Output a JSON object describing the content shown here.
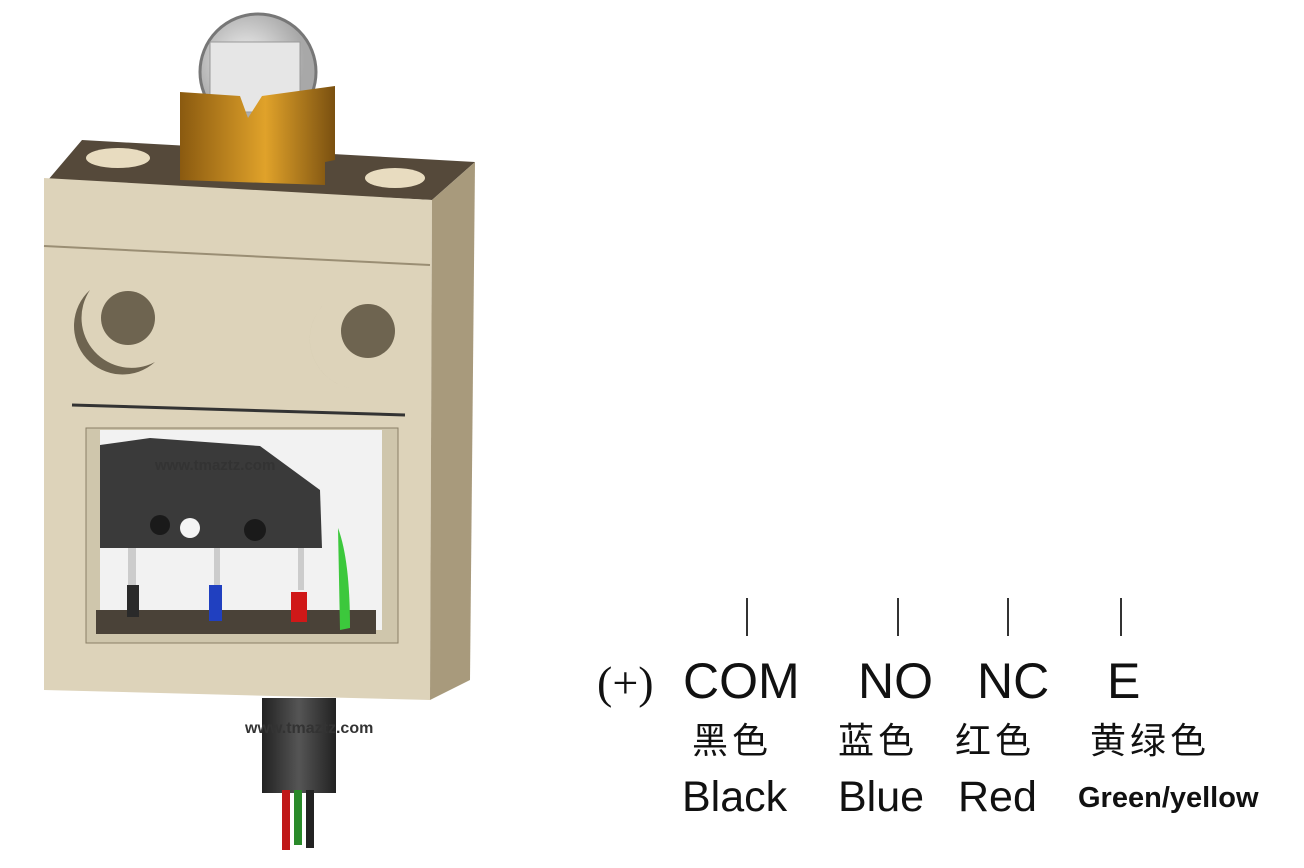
{
  "watermark": "www.tmaztz.com",
  "polarity": "(+)",
  "terminals": [
    {
      "code": "COM",
      "color_cn": "黑色",
      "color_en": "Black",
      "wire_color": "#2a2a2a"
    },
    {
      "code": "NO",
      "color_cn": "蓝色",
      "color_en": "Blue",
      "wire_color": "#2040c0"
    },
    {
      "code": "NC",
      "color_cn": "红色",
      "color_en": "Red",
      "wire_color": "#d01818"
    },
    {
      "code": "E",
      "color_cn": "黄绿色",
      "color_en": "Green/yellow",
      "wire_color": "#3cc83c"
    }
  ],
  "colors": {
    "body": "#ddd3ba",
    "brass": "#c98f1e",
    "roller": "#d8d8d8",
    "cable": "#3a3a3a"
  }
}
